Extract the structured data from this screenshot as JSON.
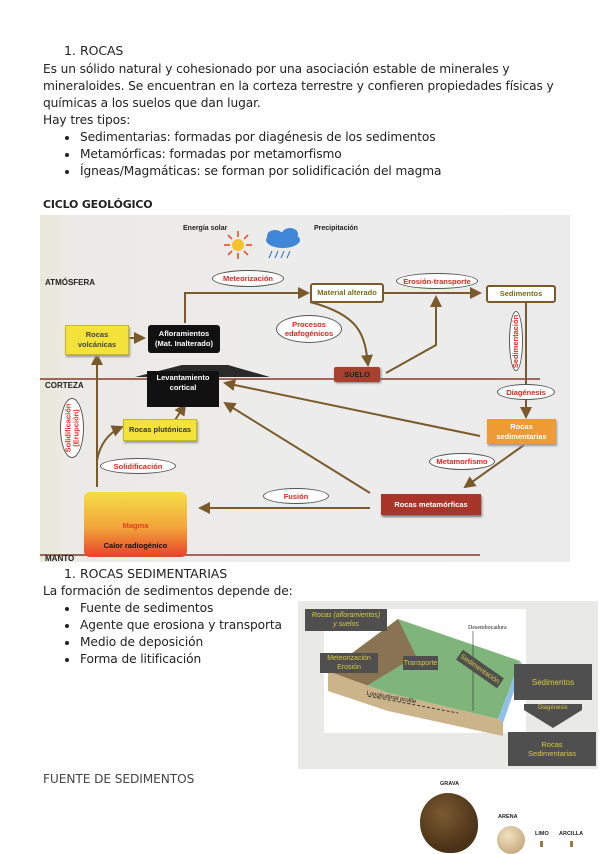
{
  "section1": {
    "heading_number": "1.",
    "heading": "ROCAS",
    "paragraph_lines": [
      "Es un sólido natural y cohesionado por una asociación estable de minerales y",
      "mineraloides. Se encuentran en la corteza terrestre y confieren propiedades físicas y",
      "químicas a los suelos que dan lugar."
    ],
    "types_intro": "Hay tres tipos:",
    "types": [
      "Sedimentarias: formadas por diagénesis de los sedimentos",
      "Metamórficas: formadas por metamorfismo",
      "Ígneas/Magmáticas: se forman por solidificación del magma"
    ]
  },
  "cycle": {
    "title": "CICLO GEOLÓGICO",
    "zones": {
      "atmosphere": "ATMÓSFERA",
      "crust": "CORTEZA",
      "mantle": "MANTO"
    },
    "labels": {
      "solar": "Energía solar",
      "precip": "Precipitación"
    },
    "boxes": {
      "volcanic": [
        "Rocas",
        "volcánicas"
      ],
      "outcrops": [
        "Afloramientos",
        "(Mat. Inalterado)"
      ],
      "uplift": [
        "Levantamiento",
        "cortical"
      ],
      "altered": "Material alterado",
      "sediments": "Sedimentos",
      "soil": "SUELO",
      "plutonic": "Rocas plutónicas",
      "sedimentary": [
        "Rocas",
        "sedimentarias"
      ],
      "metamorphic": "Rocas metamórficas",
      "magma": "Magma",
      "heat": "Calor radiogénico"
    },
    "processes": {
      "weathering": "Meteorización",
      "erosion": "Erosión-transporte",
      "edaphic": [
        "Procesos",
        "edafogénicos"
      ],
      "sedimentation": "Sedimentación",
      "diagenesis": "Diagénesis",
      "metamorphism": "Metamorfismo",
      "fusion": "Fusión",
      "solidification": "Solidificación",
      "eruption": [
        "Solidificación",
        "(Erupción)"
      ]
    },
    "colors": {
      "arrow": "#7a5a2a",
      "process_text": "#e0271e",
      "volcanic": "#f2e23a",
      "sedimentary": "#ee9a35",
      "metamorphic": "#a8342a",
      "soil": "#a8402f",
      "zone_line": "#8a3a2a"
    }
  },
  "section2": {
    "heading_number": "1.",
    "heading": "ROCAS SEDIMENTARIAS",
    "intro": "La formación de sedimentos depende de:",
    "factors": [
      "Fuente de sedimentos",
      "Agente que erosiona y transporta",
      "Medio de deposición",
      "Forma de litificación"
    ],
    "figure": {
      "source": [
        "Rocas (afloramientos)",
        "y suelos"
      ],
      "weathering": [
        "Meteorización",
        "Erosión"
      ],
      "transport": "Transporte",
      "sedimentation": "Sedimentación",
      "downstream": "Desembocadura",
      "profile": "Longitudinal profile",
      "sediments": "Sedimentos",
      "diagenesis": "Diagénesis",
      "rocks": [
        "Rocas",
        "Sedimentarias"
      ]
    }
  },
  "section3": {
    "heading": "FUENTE DE SEDIMENTOS",
    "grains": [
      "GRAVA",
      "ARENA",
      "LIMO",
      "ARCILLA"
    ]
  }
}
